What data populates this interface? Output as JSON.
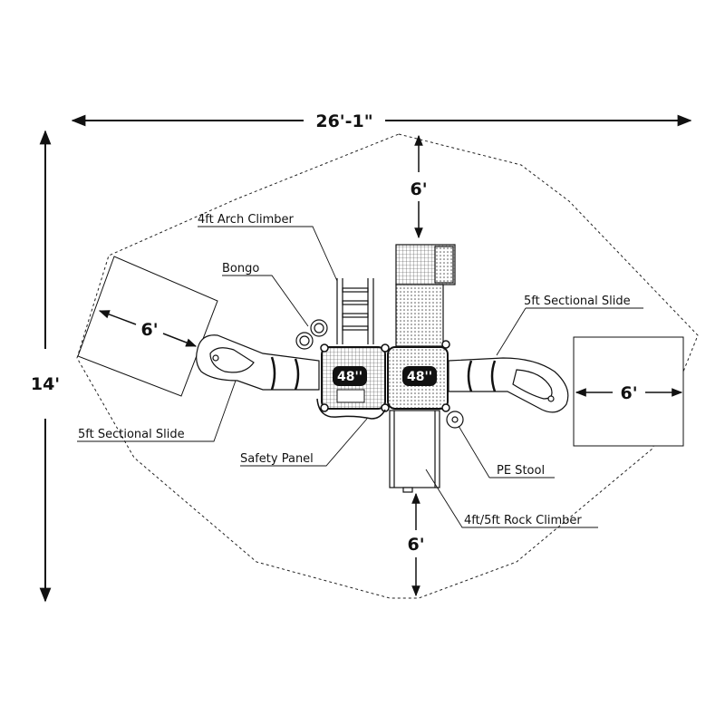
{
  "dimensions": {
    "overall_width": "26'-1\"",
    "overall_depth": "14'",
    "top_clearance": "6'",
    "bottom_clearance": "6'",
    "left_clearance": "6'",
    "right_clearance": "6'"
  },
  "decks": {
    "left_height": "48''",
    "right_height": "48''"
  },
  "callouts": {
    "arch_climber": "4ft Arch Climber",
    "bongo": "Bongo",
    "sectional_slide_right": "5ft Sectional Slide",
    "sectional_slide_left": "5ft Sectional Slide",
    "safety_panel": "Safety Panel",
    "pe_stool": "PE Stool",
    "rock_climber": "4ft/5ft Rock Climber"
  },
  "colors": {
    "line": "#111111",
    "deck_label_fill": "#111111",
    "background": "#ffffff"
  }
}
